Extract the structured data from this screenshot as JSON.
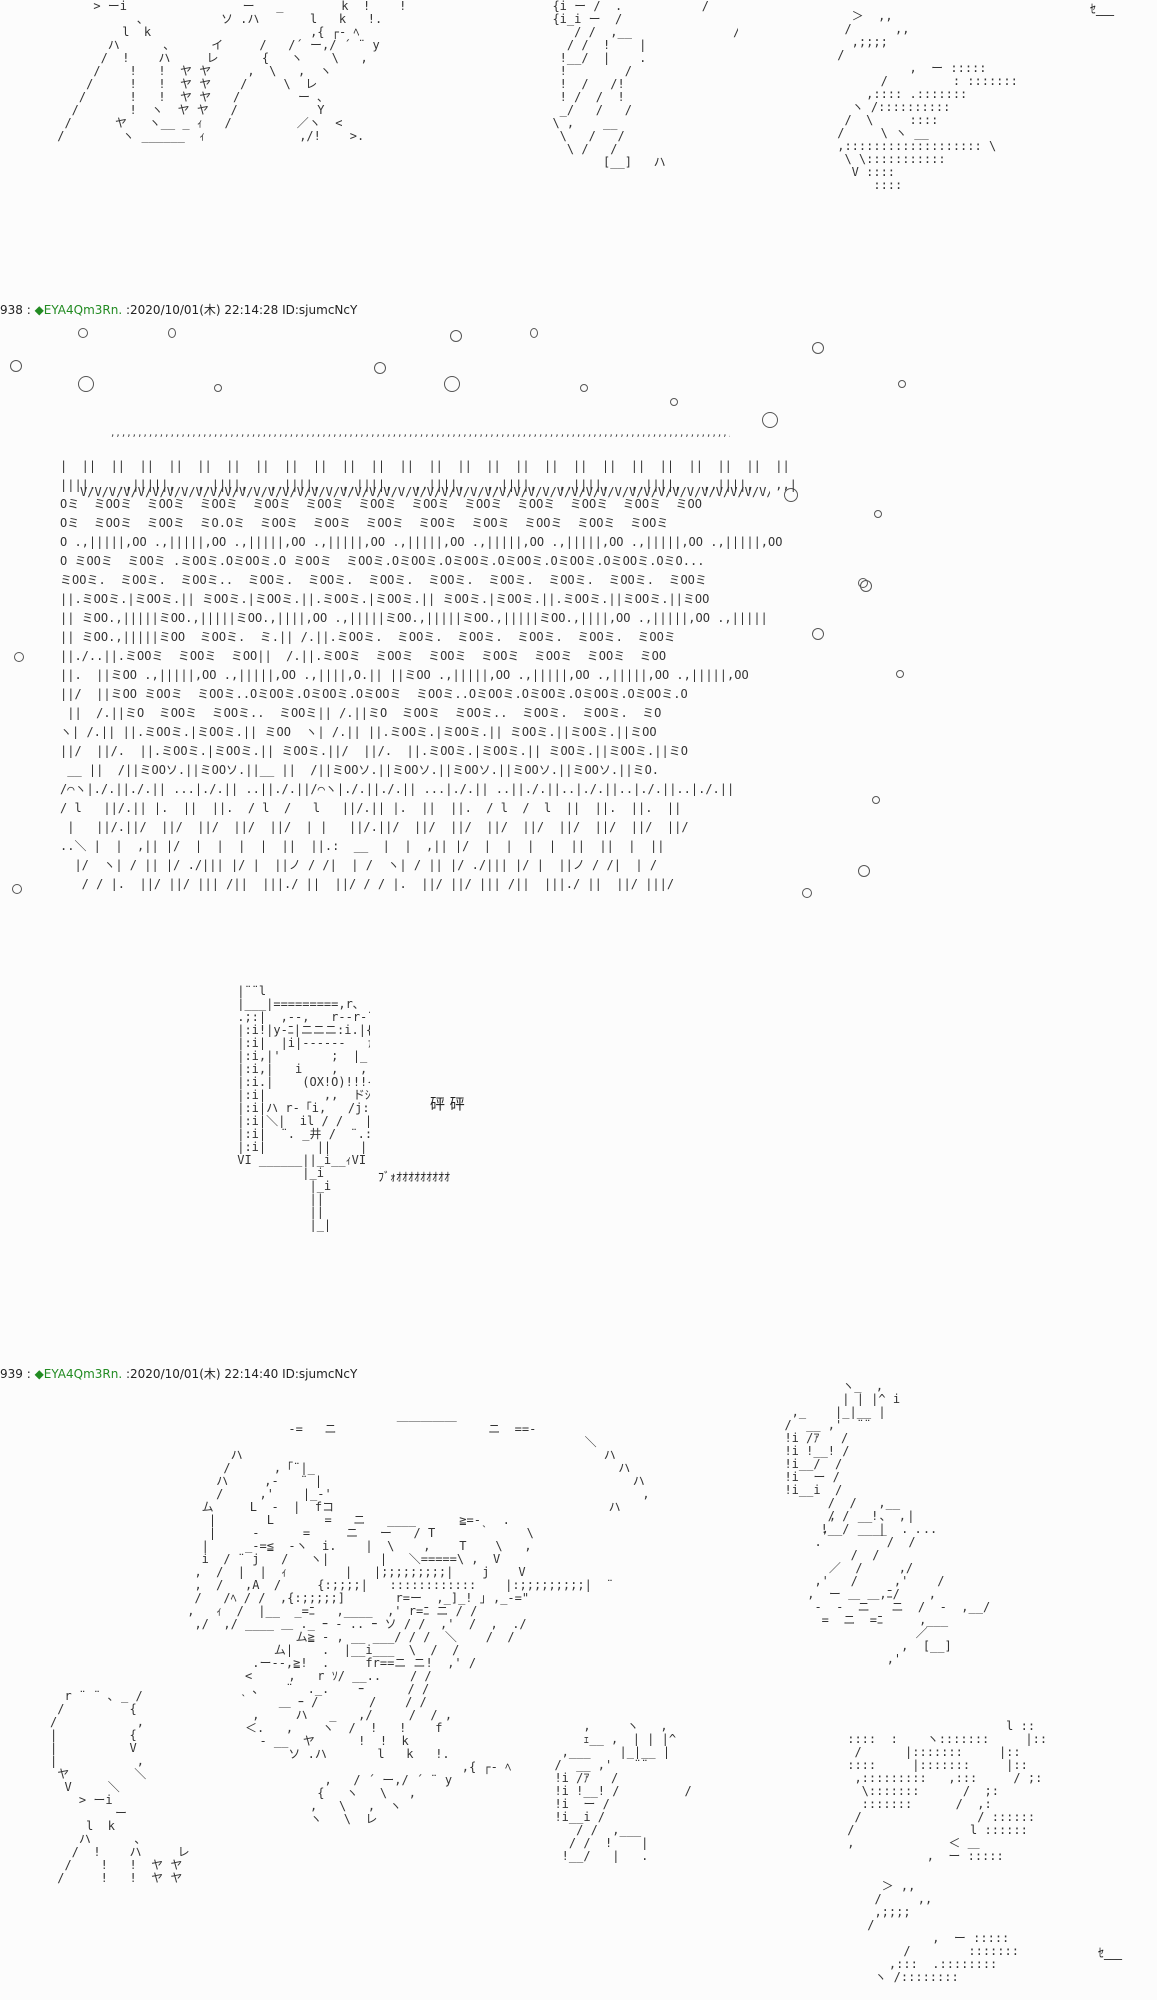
{
  "posts": [
    {
      "number": "938",
      "trip": "◆EYA4Qm3Rn.",
      "datetime": "2020/10/01(木) 22:14:28",
      "id": "ID:sjumcNcY"
    },
    {
      "number": "939",
      "trip": "◆EYA4Qm3Rn.",
      "datetime": "2020/10/01(木) 22:14:40",
      "id": "ID:sjumcNcY"
    }
  ],
  "sfx": {
    "crack": "砰 砰",
    "roar": "ﾌﾞｫｵｵｵｵｵｵｵｵｵ"
  },
  "art": {
    "top_left": "      > ーi                ー   _        k  !    !\n            、          ソ .ハ       l   k   !.\n          l  k                      ,{ ┌- ﾍ\n        ハ      、     イ     /   /´ ー,/ ´ ¨ y\n       /  !    ハ     レ      {   ヽ    \\   ,\n      /    !   !  ヤ ヤ     ,  \\   ,  ヽ\n     /     !   !  ヤ ヤ    /     \\  レ\n    /      !   !  ヤ ヤ   /        ー ､\n   /       !  ヽ  ヤ ヤ   /           Y\n  /      ヤ   ヽ__ _ ｨ   /         ／ヽ  <\n /        ヽ ______  ｨ             ,/!    >.",
    "top_right": "  {i ー /  .           /\n  {i_i ー  /\n     / /  ,__              /\n    / /  !    |\n   !__/  |    .\n   !        /\n   !  /   /!\n   ! /  /  !\n   _/   /   /\n  \\ ,    __\n   \\   /   /\n    \\ /   /\n         [__]   ハ",
    "top_far_right": "   ＞  ,,\n  /      ,,\n   ,;;;;\n /\n           ,  ー :::::\n       /         : :::::::\n     ,:::: .:::::::\n   ヽ /::::::::::\n  /  \\     ::::\n /     \\ ヽ __\n ,::::::::::::::::::: \\\n  \\ \\:::::::::::\n   V ::::\n      ::::",
    "cheese_top": "  ,,,,,,,,,,,,,,,,,,,,,,,,,,,,,,,,,,,,,,,,,,,,,,,,,,,,,,,,,,,,,,,,,,,,,,,,,,,,,,,,,,,,,,,,,,,,,,,,,,,,,,,,,,,,,,,,,,,,,,,,,,,,,,,,,,,\n  wwwwwwwwwwwwwwwwwwwwwwwwwwwwwwwwwwwwwwwwwwwwwwwwwwwwwwwwwwwwwwwwwwwwwwwwwwwwwwwwwwwwwwwwwwwwwwwwwwwwwwwwwwwww",
    "cheese_wave": "V/V/V/V/V/V/V/V/V/V/V/V/V/V/V/V/V/V/V/V/V/V/V/V/V/V/V/V/V/V/V/V/V/V/V/V/V/V/V/V/V/V/V/V/V/V/V/V/V/V/V/V/V/V/V/V/V/V/V/V/V/V/V/V/V/V/V/V/V/V/V/V/V/",
    "cheese_rows": [
      "|  ||  ||  ||  ||  ||  ||  ||  ||  ||  ||  ||  ||  ||  ||  ||  ||  ||  ||  ||  ||  ||  ||  ||  ||  ||  ||  ||  ||",
      "||||.   ,,|||||,   ,,||||,   ,,||||,   ,,||||,   ,,||||,   ,,||||,   ,,||||,   ,,||||,   ,,||||,   ,,||||,",
      "Oミ  ミOOミ  ミOOミ  ミOOミ  ミOOミ  ミOOミ  ミOOミ  ミOOミ  ミOOミ  ミOOミ  ミOOミ  ミOOミ  ミOO",
      "Oミ  ミOOミ  ミOOミ  ミO.Oミ  ミOOミ  ミOOミ  ミOOミ  ミOOミ  ミOOミ  ミOOミ  ミOOミ  ミOOミ",
      "O .,|||||,OO .,|||||,OO .,|||||,OO .,|||||,OO .,|||||,OO .,|||||,OO .,|||||,OO .,|||||,OO .,|||||,OO",
      "O ミOOミ  ミOOミ .ミOOミ.OミOOミ.O ミOOミ  ミOOミ.OミOOミ.OミOOミ.OミOOミ.OミOOミ.OミOOミ.OミO...",
      "ミOOミ.  ミOOミ.  ミOOミ..  ミOOミ.  ミOOミ.  ミOOミ.  ミOOミ.  ミOOミ.  ミOOミ.  ミOOミ.  ミOOミ",
      "||.ミOOミ.|ミOOミ.|| ミOOミ.|ミOOミ.||.ミOOミ.|ミOOミ.|| ミOOミ.|ミOOミ.||.ミOOミ.||ミOOミ.||ミOO",
      "|| ミOO.,|||||ミOO.,|||||ミOO.,||||,OO .,|||||ミOO.,|||||ミOO.,|||||ミOO.,||||,OO .,|||||,OO .,|||||",
      "|| ミOO.,|||||ミOO  ミOOミ.  ミ.|| /.||.ミOOミ.  ミOOミ.  ミOOミ.  ミOOミ.  ミOOミ.  ミOOミ",
      "||./..||.ミOOミ  ミOOミ  ミOO||  /.||.ミOOミ  ミOOミ  ミOOミ  ミOOミ  ミOOミ  ミOOミ  ミOO",
      "||.  ||ミOO .,|||||,OO .,|||||,OO .,||||,O.|| ||ミOO .,|||||,OO .,|||||,OO .,|||||,OO .,|||||,OO",
      "||/  ||ミOO ミOOミ  ミOOミ..OミOOミ.OミOOミ.OミOOミ  ミOOミ..OミOOミ.OミOOミ.OミOOミ.OミOOミ.O",
      " ||  /.||ミO  ミOOミ  ミOOミ..  ミOOミ|| /.||ミO  ミOOミ  ミOOミ..  ミOOミ.  ミOOミ.  ミO",
      "ヽ| /.|| ||.ミOOミ.|ミOOミ.|| ミOO  ヽ| /.|| ||.ミOOミ.|ミOOミ.|| ミOOミ.||ミOOミ.||ミOO",
      "||/  ||/.  ||.ミOOミ.|ミOOミ.|| ミOOミ.||/  ||/.  ||.ミOOミ.|ミOOミ.|| ミOOミ.||ミOOミ.||ミO",
      " __ ||  /||ミOOソ.||ミOOソ.||__ ||  /||ミOOソ.||ミOOソ.||ミOOソ.||ミOOソ.||ミOOソ.||ミO.",
      "/⌒ヽ|./.||./.|| ...|./.|| ..||./.||/⌒ヽ|./.||./.|| ...|./.|| ..||./.||..|./.||..|./.||..|./.||",
      "/ l   ||/.|| |.  ||  ||.  / l  /   l   ||/.|| |.  ||  ||.  / l  /  l  ||  ||.  ||.  ||",
      " |   ||/.||/  ||/  ||/  ||/  ||/  | |   ||/.||/  ||/  ||/  ||/  ||/  ||/  ||/  ||/  ||/",
      "..＼ |  |  ,|| |/  |  |  |  |  ||  ||.:  __  |  |  ,|| |/  |  |  |  |  ||  ||  |  ||",
      "  |/  ヽ| / || |/ ./||| |/ |  ||ノ / /|  | /  ヽ| / || |/ ./||| |/ |  ||ノ / /|  | /",
      "   / / |.  ||/ ||/ ||| /||  |||./ ||  ||/ / / |.  ||/ ||/ ||| /||  |||./ ||  ||/ |||/"
    ],
    "fighter": " |¨¨l\n |___|=========,r､\n .;:|  ,--,   r--r-¨ l\n |:i!|y-ﾆ|ニニニ:i.|{\n |:i|  |i|------   ｧ･.{\n |:i,|'       ;  |_:{\n |:i,|   i    ,   ,|  |:{\n |:i.|    (OX!O)!!!{\n |:i|        ,,  ドｼ|{\n |:i|ハ r-「i,   /j:i|:{\n |:i|＼|  il / /   |:{\n |:i|  ¨. _井 /  ¨.::i{\n |:i|       ||    |  ::i{\n VI ______||_i__ｨVI\n          |_i\n           |_i\n           ||\n           ||\n           |_|",
    "big_scene": "                              ＿＿＿＿＿\n               -=   ニ                     ニ  ==-\n                                                        ＼\n       ハ                                                  ハ\n      /      ,「¨|_                                          ハ\n     ハ     ,-   ¨ |                                           ハ\n     /     ,'    |_-'                                           ,\n   ム     L  -  |  fコ                                      ハ\n    |       L       =   ニ   ____      ≧=-   .\n    |     -      =     ニ   ー   / T      ｀     \\\n   |     _-=≦  -ヽ  i.    |  \\    ,    T    \\   ,\n   i  / ¨ j   /   ヽ|       |   ＼=====\\ ,  V\n  ,  /  |  |  ｨ        |   |;;;;;;;;;|    j    V\n  ,  /   ,A  /     {:;;;;|   ::::::::::::    |:;;;;;;;;;|  ¨\n  /   /ﾍ / /  ,{:;;;;;]       r=ー  ,_]_! ｣ ,_-=\"\n ,   ｨ  /  |__  _=ﾆ   ,____  ,' r=ﾆ ニ / /\n  ,/  ,/ ____ ＿ ._ ｰ - .. ｰ ソ / /  ,'  /  ,  ./\n                ム≧ - , __ ___/ / /  ＼    /  /\n             ム|    .  |__i___  \\  /  /\n          .ー--,≧!  .     fr==ニ ニ!  ,' /\n         <     ,   r ｿ/ __..    / /\n          、   ¨  ._.    ｰ      / /\n        ｀    ＿ ｰ /       /    / /\n          ,     ハ   _   ,/     /  / ,\n         ＜.   ,    ヽ  /  !   !    f\n           - __  ヤ      !  !  k\n               ソ .ハ       l   k   !.\n                                       ,{ ┌- ﾍ\n                    ,   / ´ ー,/ ´ ¨ y\n                   {   ヽ   \\   ,\n                  ,   \\   ,  ヽ\n                  ヽ   \\  レ",
    "big_left": "  r ¨ ¨ ､ _ /\n /         {\n/           ,\n|          {\n|          V\n|           ,\n ヤ         ＼\n  V     ＼\n    > ーi\n         ー\n     l  k\n    ハ      、\n   /  !    ハ     レ\n  /    !   !  ヤ ヤ\n /     !   !  ヤ ヤ",
    "big_right_top": "          ヽ_  ,\n          | | |^ i\n   ,_    |_|__ |\n  /  __ ,'  ¨¨\n  !i /ｱ   /\n  !i !__! /\n  !i__/  /\n  !i  ー /\n  !i__i  /\n        /  /   ,__\n        / /   !    |\n       !__/    |    .",
    "big_right_mid": "    ,   __ 、 ,\n   ,    ____  .  ..\n  .         /  /\n       /  /\n    ／  /     ,/\n  ,'   /     ,'    /\n ,  ー ＿ ＿,ﾆ/    ,\n  -  -  ニ   ニ  /  -  ,__/\n   =  ニ  =ﾆ     ,___\n                ／\n              ,  [__]\n            ,'",
    "big_far_right": "                       l ::\n ::::  :    ヽ:::::::     |::\n  /      |:::::::     |::\n ::::     |:::::::     |::\n  ,:::::::::   ,:::     / ;:\n   \\:::::::      /  ;:\n   :::::::      /  ,:\n  /                / ::::::\n /                l ::::::\n ,             ＜ ＿\n            ,  ー :::::",
    "big_mid_bottom": "      ,     ヽ   ,\n      ｪ__ ,  | | |^\n   ,___    |_|__ |\n  /  __ ,'   ¨¨\n  !i /ｱ   /\n  !i !__! /         /\n  !i  ー /\n  !i__i /\n     / /  ,___\n    / /  !    |\n   !__/   |   .",
    "big_far_right_bottom": "   ＞ ,,\n  /     ,,\n  ,;;;;\n /\n          ,  ー :::::\n      /        :::::::\n    ,:::  .::::::::\n  ヽ /::::::::"
  }
}
